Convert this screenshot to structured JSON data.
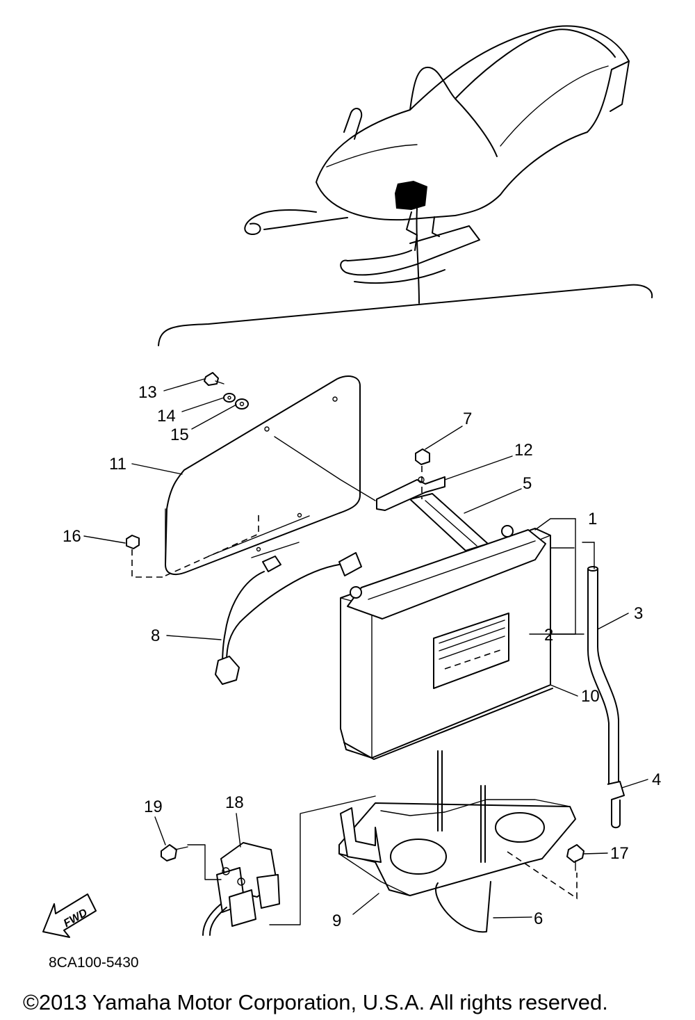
{
  "callouts": {
    "c1": "1",
    "c2": "2",
    "c3": "3",
    "c4": "4",
    "c5": "5",
    "c6": "6",
    "c7": "7",
    "c8": "8",
    "c9": "9",
    "c10": "10",
    "c11": "11",
    "c12": "12",
    "c13": "13",
    "c14": "14",
    "c15": "15",
    "c16": "16",
    "c17": "17",
    "c18": "18",
    "c19": "19"
  },
  "direction_label": "FWD",
  "diagram_code": "8CA100-5430",
  "copyright": "©2013 Yamaha Motor Corporation, U.S.A. All rights reserved."
}
